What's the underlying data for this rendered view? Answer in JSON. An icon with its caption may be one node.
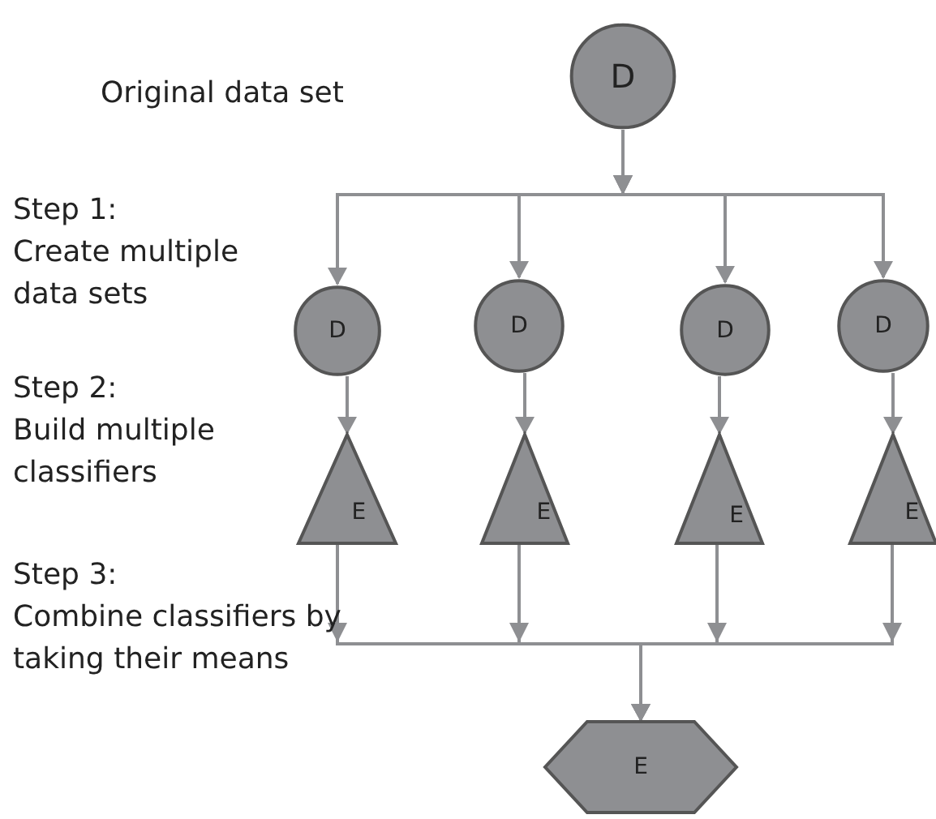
{
  "diagram": {
    "nodes": [
      {
        "text": [
          "D"
        ]
      },
      {
        "text": [
          "D"
        ]
      },
      {
        "text": [
          "D"
        ]
      },
      {
        "text": [
          "D"
        ]
      },
      {
        "text": [
          "D"
        ]
      },
      {
        "text": [
          "E"
        ]
      },
      {
        "text": [
          "E"
        ]
      },
      {
        "text": [
          "E"
        ]
      },
      {
        "text": [
          "E"
        ]
      },
      {
        "text": [
          "E"
        ]
      }
    ],
    "edges": [
      {
        "from": 0,
        "to": 1,
        "arrow": "to"
      },
      {
        "from": 0,
        "to": 2,
        "arrow": "to"
      },
      {
        "from": 0,
        "to": 3,
        "arrow": "to"
      },
      {
        "from": 0,
        "to": 4,
        "arrow": "to"
      },
      {
        "from": 1,
        "to": 5,
        "arrow": "to"
      },
      {
        "from": 2,
        "to": 6,
        "arrow": "to"
      },
      {
        "from": 3,
        "to": 7,
        "arrow": "to"
      },
      {
        "from": 4,
        "to": 8,
        "arrow": "to"
      },
      {
        "from": 5,
        "to": 9,
        "arrow": "to"
      },
      {
        "from": 6,
        "to": 9,
        "arrow": "to"
      },
      {
        "from": 7,
        "to": 9,
        "arrow": "to"
      },
      {
        "from": 8,
        "to": 9,
        "arrow": "to"
      }
    ],
    "labels": [
      "Original data set",
      "Step 1:",
      "Create multiple data sets",
      "Step 2:",
      "Build multiple classifiers",
      "Step 3:",
      "Combine classifiers by taking their means"
    ]
  }
}
